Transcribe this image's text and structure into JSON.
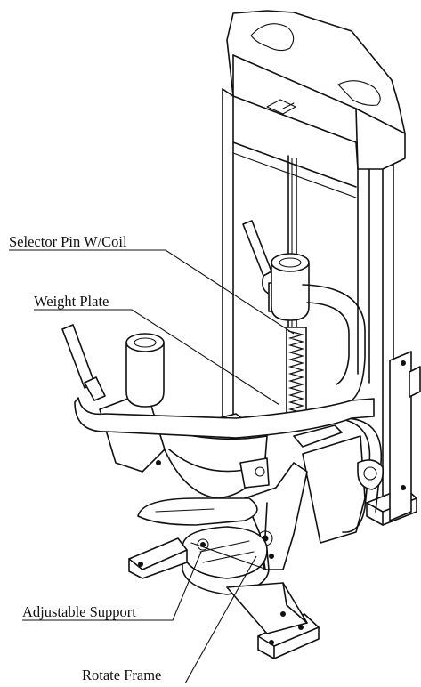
{
  "labels": {
    "selector_pin": "Selector Pin W/Coil",
    "weight_plate": "Weight Plate",
    "adjustable_support": "Adjustable Support",
    "rotate_frame": "Rotate Frame"
  }
}
